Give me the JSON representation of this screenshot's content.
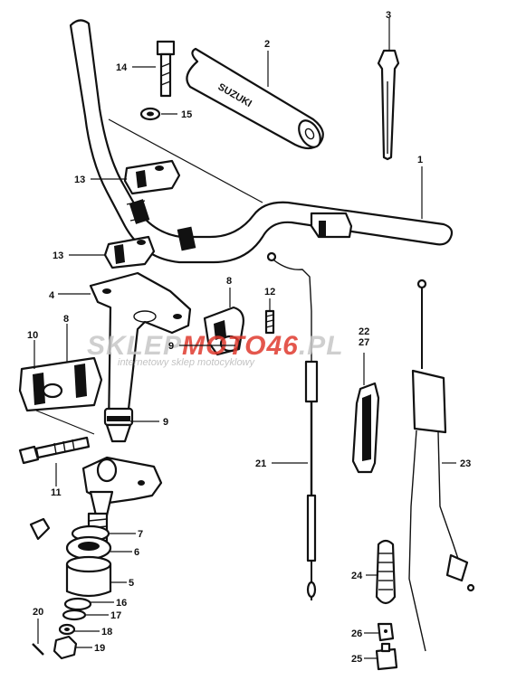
{
  "callouts": [
    {
      "id": "1",
      "label": "1"
    },
    {
      "id": "2",
      "label": "2"
    },
    {
      "id": "3",
      "label": "3"
    },
    {
      "id": "4",
      "label": "4"
    },
    {
      "id": "5",
      "label": "5"
    },
    {
      "id": "6",
      "label": "6"
    },
    {
      "id": "7",
      "label": "7"
    },
    {
      "id": "8a",
      "label": "8"
    },
    {
      "id": "8b",
      "label": "8"
    },
    {
      "id": "9a",
      "label": "9"
    },
    {
      "id": "9b",
      "label": "9"
    },
    {
      "id": "10",
      "label": "10"
    },
    {
      "id": "11",
      "label": "11"
    },
    {
      "id": "12",
      "label": "12"
    },
    {
      "id": "13a",
      "label": "13"
    },
    {
      "id": "13b",
      "label": "13"
    },
    {
      "id": "14",
      "label": "14"
    },
    {
      "id": "15",
      "label": "15"
    },
    {
      "id": "16",
      "label": "16"
    },
    {
      "id": "17",
      "label": "17"
    },
    {
      "id": "18",
      "label": "18"
    },
    {
      "id": "19",
      "label": "19"
    },
    {
      "id": "20",
      "label": "20"
    },
    {
      "id": "21",
      "label": "21"
    },
    {
      "id": "22",
      "label": "22"
    },
    {
      "id": "23",
      "label": "23"
    },
    {
      "id": "24",
      "label": "24"
    },
    {
      "id": "25",
      "label": "25"
    },
    {
      "id": "26",
      "label": "26"
    },
    {
      "id": "27",
      "label": "27"
    }
  ],
  "grip_brand": "SUZUKI",
  "watermark": {
    "part1": "SKLEP",
    "part2": "MOTO46",
    "part3": ".PL",
    "tagline": "internetowy sklep motocyklowy",
    "color_grey": "#c7c7c7",
    "color_red": "#e03a2f"
  }
}
